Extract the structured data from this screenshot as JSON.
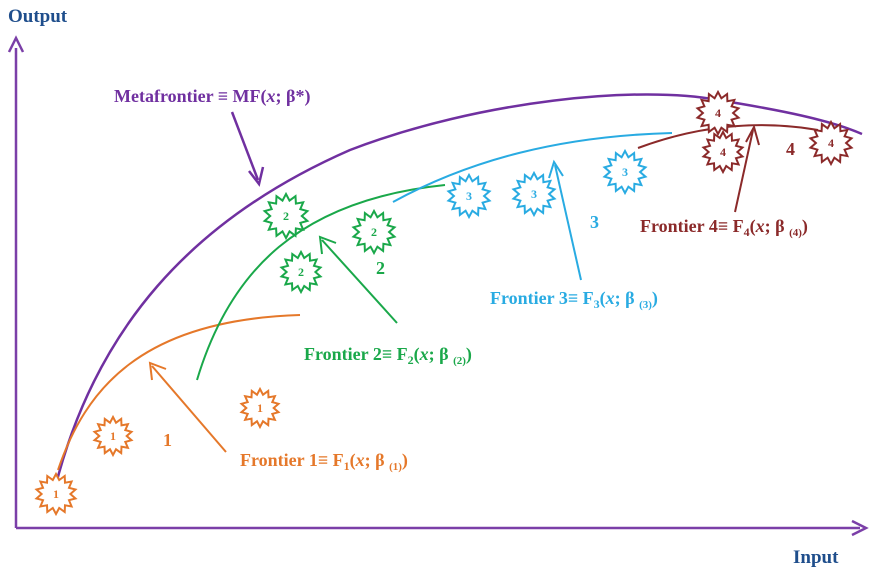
{
  "axes": {
    "y_label": "Output",
    "x_label": "Input",
    "color": "#7b3fa8",
    "label_color": "#1f4e8c"
  },
  "metafrontier": {
    "text_a": "Metafrontier ≡ MF(",
    "text_x": "x",
    "text_b": "; β*)",
    "color": "#7030a0"
  },
  "frontiers": [
    {
      "id": "1",
      "label_a": "Frontier 1≡ F",
      "sub": "1",
      "label_b": "(",
      "x": "x",
      "label_c": "; β ",
      "beta_sub": "(1)",
      "label_d": ")",
      "color": "#e5782a",
      "curve_label": "1"
    },
    {
      "id": "2",
      "label_a": "Frontier 2≡ F",
      "sub": "2",
      "label_b": "(",
      "x": "x",
      "label_c": "; β ",
      "beta_sub": "(2)",
      "label_d": ")",
      "color": "#1aa84a",
      "curve_label": "2"
    },
    {
      "id": "3",
      "label_a": "Frontier 3≡ F",
      "sub": "3",
      "label_b": "(",
      "x": "x",
      "label_c": "; β ",
      "beta_sub": "(3)",
      "label_d": ")",
      "color": "#29abe2",
      "curve_label": "3"
    },
    {
      "id": "4",
      "label_a": "Frontier 4≡ F",
      "sub": "4",
      "label_b": "(",
      "x": "x",
      "label_c": "; β ",
      "beta_sub": "(4)",
      "label_d": ")",
      "color": "#8b2a2a",
      "curve_label": "4"
    }
  ],
  "firms": {
    "group1": "1",
    "group2": "2",
    "group3": "3",
    "group4": "4"
  }
}
